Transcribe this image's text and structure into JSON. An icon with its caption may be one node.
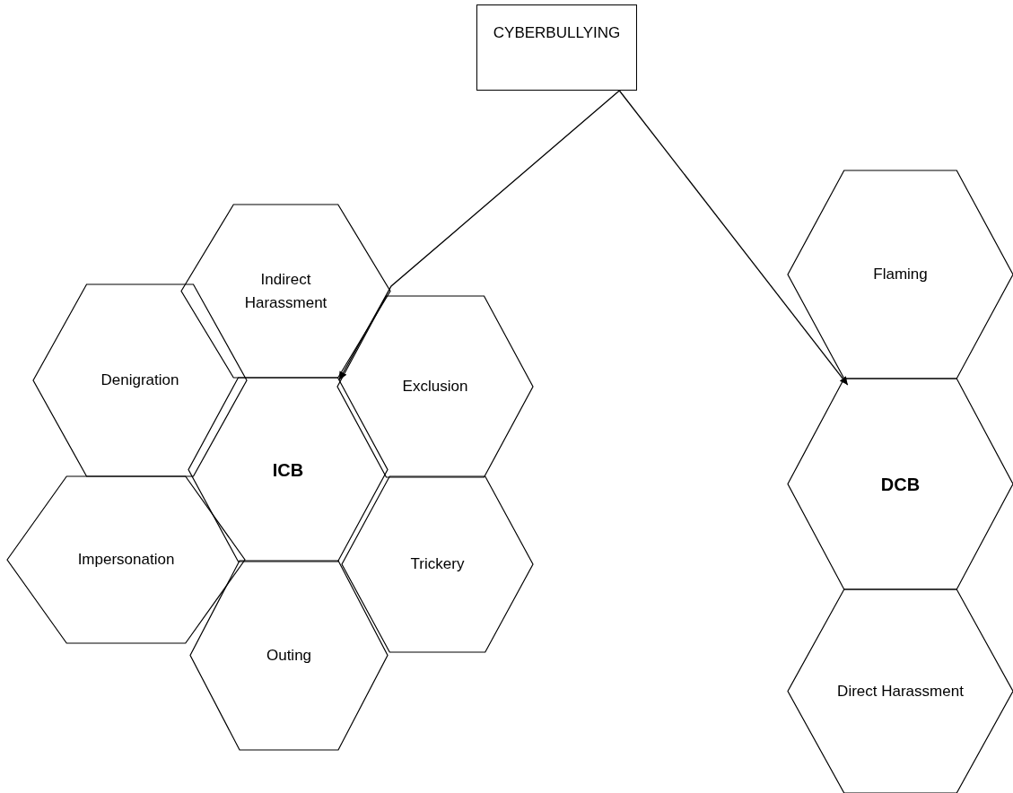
{
  "diagram": {
    "nodes": [
      {
        "text": [
          "CYBERBULLYING"
        ]
      },
      {
        "text": [
          "Indirect Harassment"
        ]
      },
      {
        "text": [
          "Denigration"
        ]
      },
      {
        "text": [
          "Exclusion"
        ]
      },
      {
        "text": [
          "ICB"
        ]
      },
      {
        "text": [
          "Impersonation"
        ]
      },
      {
        "text": [
          "Trickery"
        ]
      },
      {
        "text": [
          "Outing"
        ]
      },
      {
        "text": [
          "Flaming"
        ]
      },
      {
        "text": [
          "DCB"
        ]
      },
      {
        "text": [
          "Direct Harassment"
        ]
      }
    ],
    "edges": [
      {
        "from": 0,
        "to": 4,
        "arrow": "to"
      },
      {
        "from": 0,
        "to": 9,
        "arrow": "to"
      }
    ]
  }
}
